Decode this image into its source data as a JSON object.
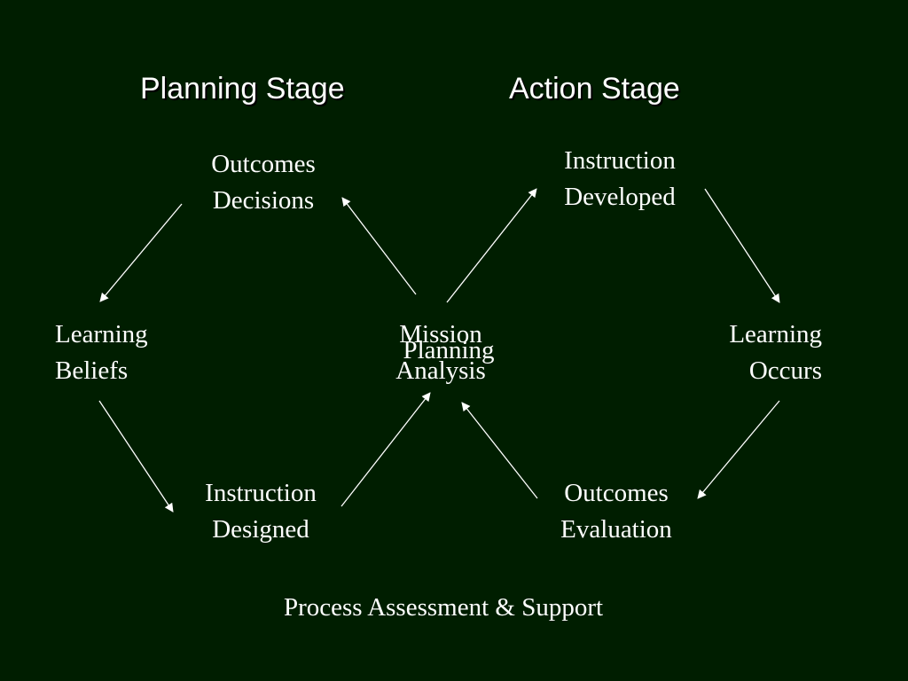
{
  "headings": {
    "planning": "Planning Stage",
    "action": "Action Stage"
  },
  "nodes": {
    "outcomes_decisions": [
      "Outcomes",
      "Decisions"
    ],
    "instruction_developed": [
      "Instruction",
      "Developed"
    ],
    "learning_beliefs": [
      "Learning",
      "Beliefs"
    ],
    "mission_analysis": [
      "Mission",
      "Analysis"
    ],
    "mission_overlay": "Planning",
    "learning_occurs": [
      "Learning",
      "Occurs"
    ],
    "instruction_designed": [
      "Instruction",
      "Designed"
    ],
    "outcomes_evaluation": [
      "Outcomes",
      "Evaluation"
    ]
  },
  "footer": "Process Assessment & Support",
  "colors": {
    "background": "#001e00",
    "text": "#ffffff",
    "arrow": "#ffffff"
  }
}
